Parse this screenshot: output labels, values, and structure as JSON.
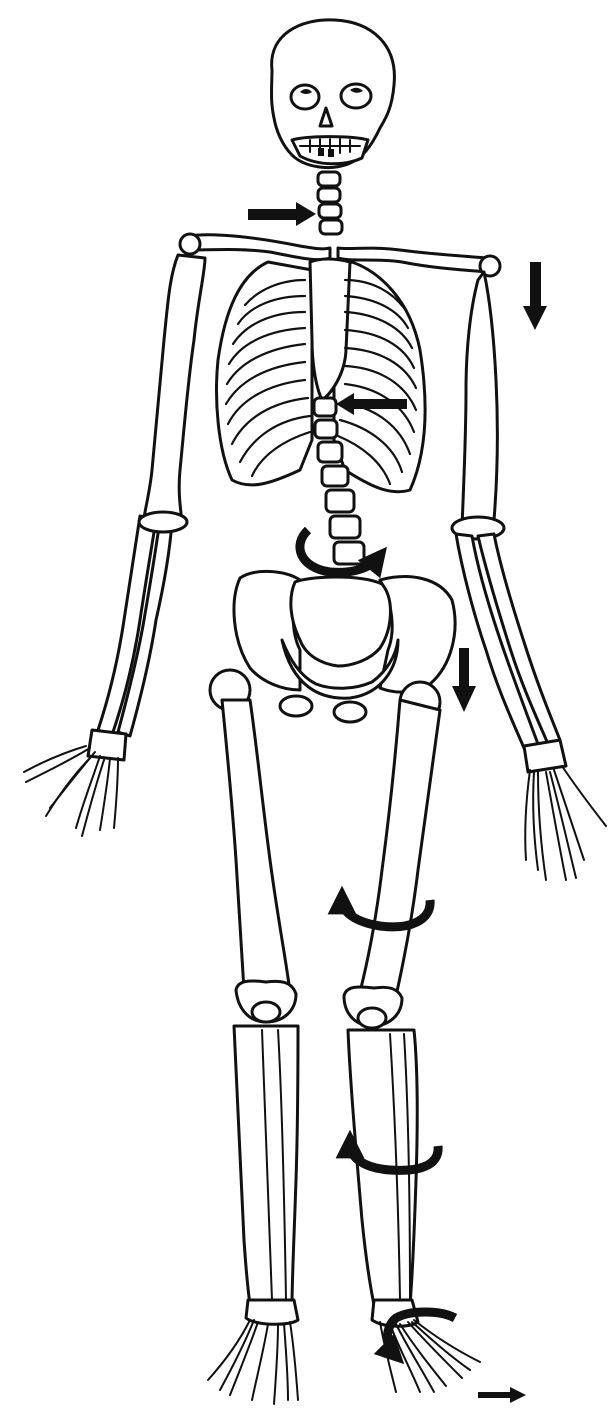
{
  "figure": {
    "subject": "skeleton-front-view",
    "line_color": "#111111",
    "background_color": "#ffffff",
    "arrow_count": 9,
    "arrows": [
      {
        "name": "neck-arrow",
        "kind": "straight",
        "direction": "right"
      },
      {
        "name": "left-shoulder-arrow",
        "kind": "straight",
        "direction": "down"
      },
      {
        "name": "thoracic-spine-arrow",
        "kind": "straight",
        "direction": "left"
      },
      {
        "name": "lumbar-rotation-arrow",
        "kind": "curved",
        "direction": "clockwise"
      },
      {
        "name": "left-hip-arrow",
        "kind": "straight",
        "direction": "down"
      },
      {
        "name": "thigh-rotation-arrow",
        "kind": "curved",
        "direction": "counterclockwise"
      },
      {
        "name": "shin-rotation-arrow",
        "kind": "curved",
        "direction": "counterclockwise"
      },
      {
        "name": "ankle-rotation-arrow",
        "kind": "curved",
        "direction": "counterclockwise"
      },
      {
        "name": "foot-arrow",
        "kind": "straight",
        "direction": "right"
      }
    ]
  }
}
